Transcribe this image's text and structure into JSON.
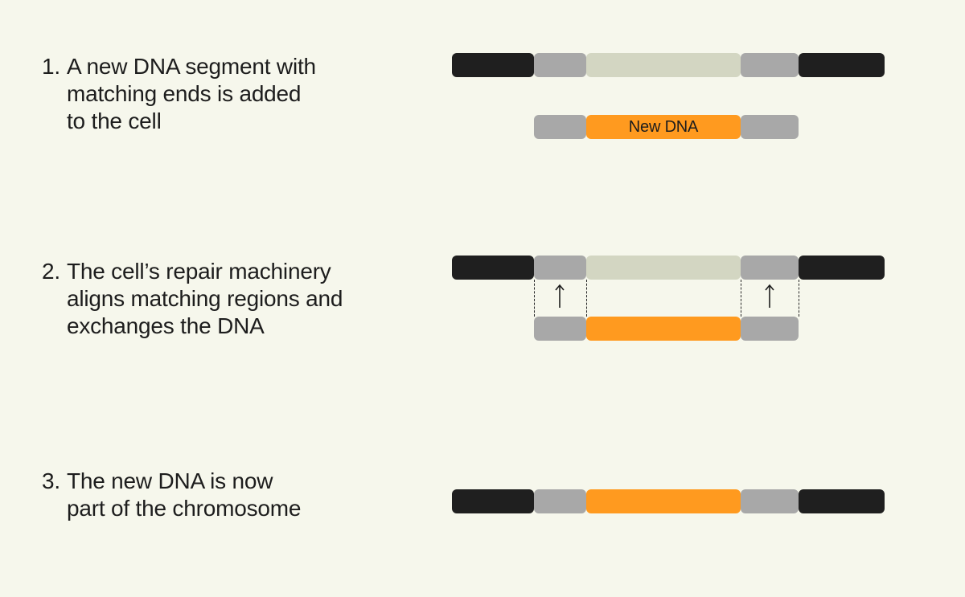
{
  "colors": {
    "background": "#f6f7ec",
    "dark": "#1f1f1f",
    "gray": "#a8a8a8",
    "light": "#d3d6c2",
    "orange": "#ff9a1f"
  },
  "steps": [
    {
      "number": "1.",
      "text": "A new DNA segment with\nmatching ends is added\nto the cell"
    },
    {
      "number": "2.",
      "text": "The cell’s repair machinery\naligns matching regions and\nexchanges the DNA"
    },
    {
      "number": "3.",
      "text": "The new DNA is now\npart of the chromosome"
    }
  ],
  "diagram": {
    "new_dna_label": "New DNA",
    "arrow_icon": "up-arrow-icon"
  }
}
